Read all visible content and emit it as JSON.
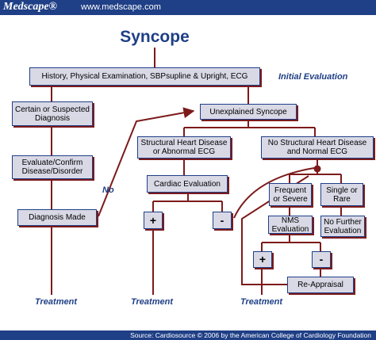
{
  "header": {
    "brand": "Medscape®",
    "url": "www.medscape.com"
  },
  "title": "Syncope",
  "nodes": {
    "history": "History, Physical Examination, SBPsupline & Upright, ECG",
    "certain": "Certain or Suspected Diagnosis",
    "unexplained": "Unexplained Syncope",
    "evaluate": "Evaluate/Confirm Disease/Disorder",
    "structural": "Structural Heart Disease or Abnormal ECG",
    "no_structural": "No Structural Heart Disease and Normal ECG",
    "cardiac": "Cardiac Evaluation",
    "frequent": "Frequent or Severe",
    "single": "Single or Rare",
    "diagnosis": "Diagnosis Made",
    "plus1": "+",
    "minus1": "-",
    "nms": "NMS Evaluation",
    "no_further": "No Further Evaluation",
    "plus2": "+",
    "minus2": "-",
    "reappraisal": "Re-Appraisal"
  },
  "labels": {
    "initial": "Initial Evaluation",
    "no": "No",
    "treatment1": "Treatment",
    "treatment2": "Treatment",
    "treatment3": "Treatment"
  },
  "colors": {
    "navy": "#1f3f86",
    "box_fill": "#d9d9e6",
    "connector": "#7d1a1a"
  },
  "footer": "Source: Cardiosource © 2006 by the American College of Cardiology Foundation"
}
